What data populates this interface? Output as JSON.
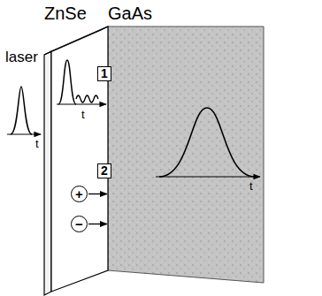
{
  "diagram": {
    "nodes": [
      {
        "text": [
          "ZnSe"
        ]
      },
      {
        "text": [
          "GaAs"
        ]
      },
      {
        "text": [
          "1"
        ],
        "in": 0
      },
      {
        "text": [
          "2"
        ],
        "in": 0
      },
      {
        "text": [
          "+"
        ],
        "in": 0
      },
      {
        "text": [
          "−"
        ],
        "in": 0
      }
    ],
    "edges": [
      {
        "from": 4,
        "to": 1,
        "arrow": "to"
      },
      {
        "from": 5,
        "to": 1,
        "arrow": "to"
      }
    ],
    "labels": [
      "laser",
      "t",
      "t",
      "t"
    ]
  }
}
